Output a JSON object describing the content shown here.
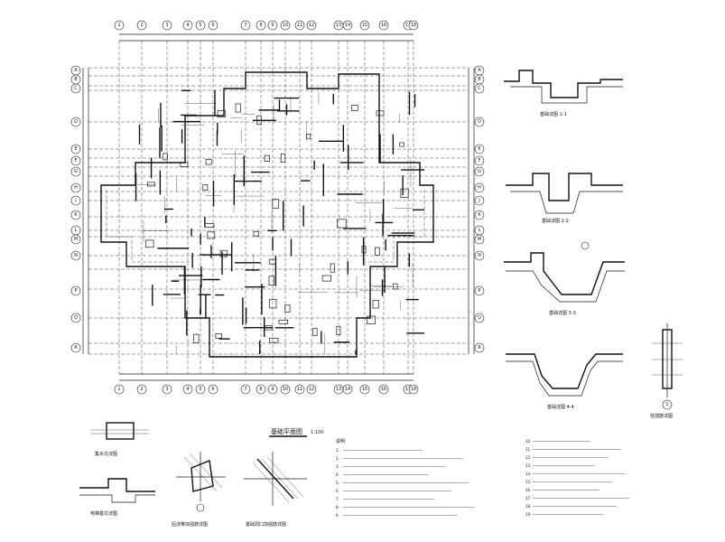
{
  "drawing": {
    "main_plan_title": "基础平面图",
    "main_plan_scale": "1:100",
    "notes_heading": "说明",
    "top_axes": [
      "1",
      "2",
      "3",
      "4",
      "5",
      "6",
      "7",
      "8",
      "9",
      "10",
      "11",
      "12",
      "13",
      "14",
      "15",
      "16",
      "17",
      "18"
    ],
    "bottom_axes": [
      "1",
      "2",
      "3",
      "4",
      "5",
      "6",
      "7",
      "8",
      "9",
      "10",
      "11",
      "12",
      "13",
      "14",
      "15",
      "16",
      "17",
      "18"
    ],
    "left_axes": [
      "A",
      "B",
      "C",
      "D",
      "E",
      "F",
      "G",
      "H",
      "J",
      "K",
      "L",
      "M",
      "N",
      "P",
      "Q",
      "R"
    ],
    "right_axes": [
      "A",
      "B",
      "C",
      "D",
      "E",
      "F",
      "G",
      "H",
      "J",
      "K",
      "L",
      "M",
      "N",
      "P",
      "Q",
      "R"
    ],
    "section_details": [
      {
        "caption": "基础详图 1-1"
      },
      {
        "caption": "基础详图 2-2"
      },
      {
        "caption": "基础详图 3-3"
      },
      {
        "caption": "基础详图 4-4"
      }
    ],
    "column_detail_caption": "柱插筋详图",
    "column_detail_axis": "1",
    "bottom_details": [
      {
        "caption": "集水坑详图"
      },
      {
        "caption": "电梯基坑详图"
      },
      {
        "caption": "后浇带加强筋详图"
      },
      {
        "caption": "基础洞口加强筋详图"
      }
    ],
    "notes_col1": [
      "1.",
      "2.",
      "3.",
      "4.",
      "5.",
      "6.",
      "7.",
      "8.",
      "9."
    ],
    "notes_col2": [
      "10.",
      "11.",
      "12.",
      "13.",
      "14.",
      "15.",
      "16.",
      "17.",
      "18.",
      "19."
    ]
  }
}
